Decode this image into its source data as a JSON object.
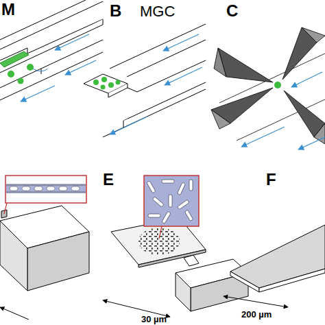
{
  "diagram": {
    "labels": [
      "M",
      "B",
      "MGC",
      "C",
      "E",
      "F",
      "30 µm",
      "200 µm"
    ]
  }
}
